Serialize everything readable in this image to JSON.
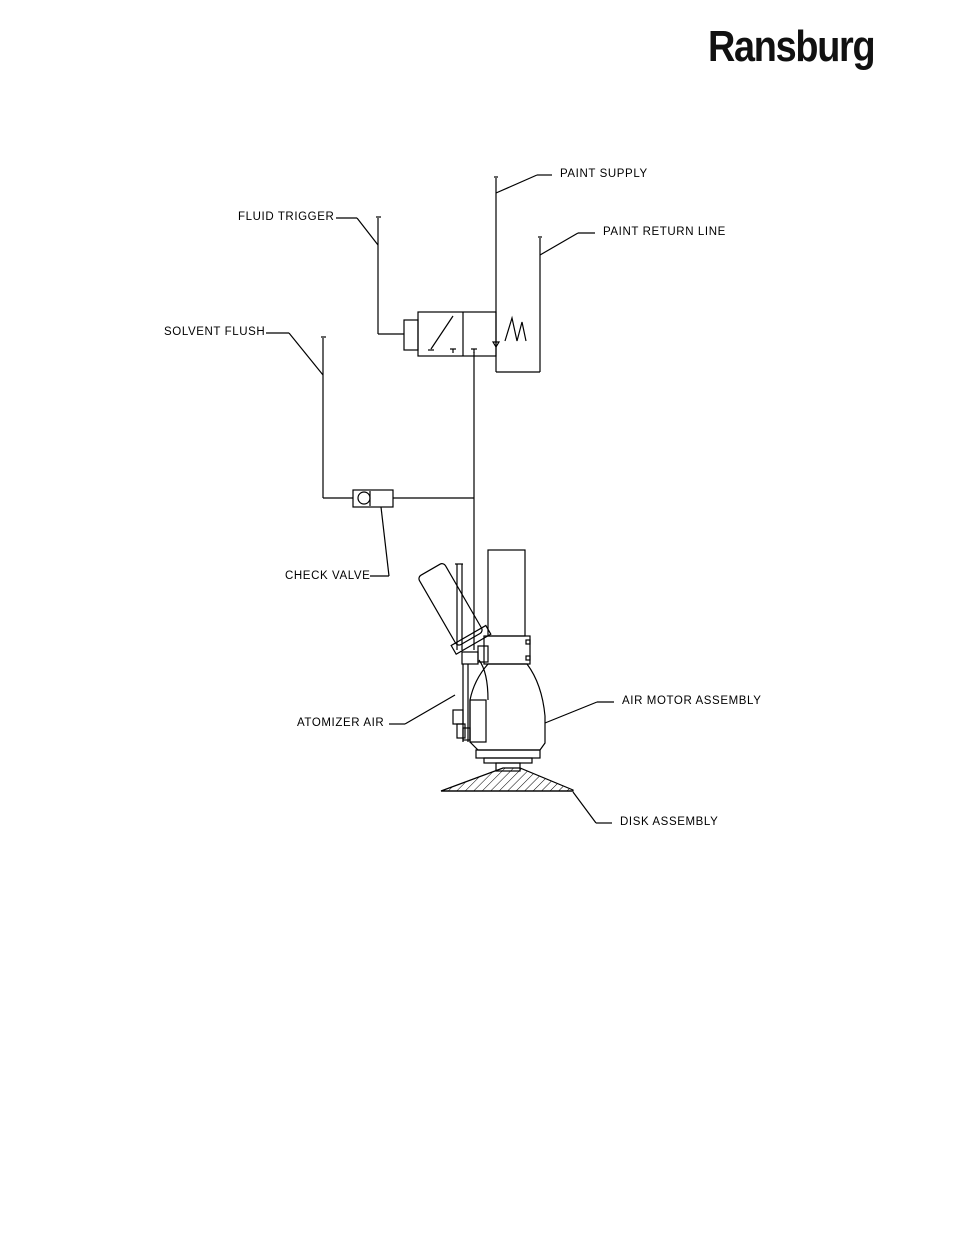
{
  "brand": {
    "logo_text": "Ransburg"
  },
  "diagram": {
    "labels": {
      "paint_supply": "PAINT SUPPLY",
      "fluid_trigger": "FLUID TRIGGER",
      "paint_return_line": "PAINT RETURN LINE",
      "solvent_flush": "SOLVENT FLUSH",
      "check_valve": "CHECK VALVE",
      "air_motor_assembly": "AIR MOTOR ASSEMBLY",
      "atomizer_air": "ATOMIZER AIR",
      "disk_assembly": "DISK ASSEMBLY"
    }
  }
}
